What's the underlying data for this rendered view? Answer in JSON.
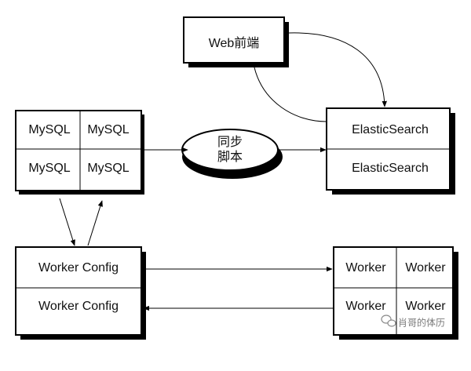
{
  "colors": {
    "stroke": "#000000",
    "shadow": "#000000",
    "fill": "#ffffff",
    "text": "#111111",
    "watermark": "#7a7a7a"
  },
  "web_frontend": {
    "label": "Web前端"
  },
  "sync_script": {
    "line1": "同步",
    "line2": "脚本"
  },
  "mysql": {
    "cells": [
      "MySQL",
      "MySQL",
      "MySQL",
      "MySQL"
    ]
  },
  "elasticsearch": {
    "cells": [
      "ElasticSearch",
      "ElasticSearch"
    ]
  },
  "worker_config": {
    "cells": [
      "Worker Config",
      "Worker Config"
    ]
  },
  "workers": {
    "cells": [
      "Worker",
      "Worker",
      "Worker",
      "Worker"
    ]
  },
  "watermark": {
    "icon": "wechat-icon",
    "text": "肖哥的体历"
  }
}
